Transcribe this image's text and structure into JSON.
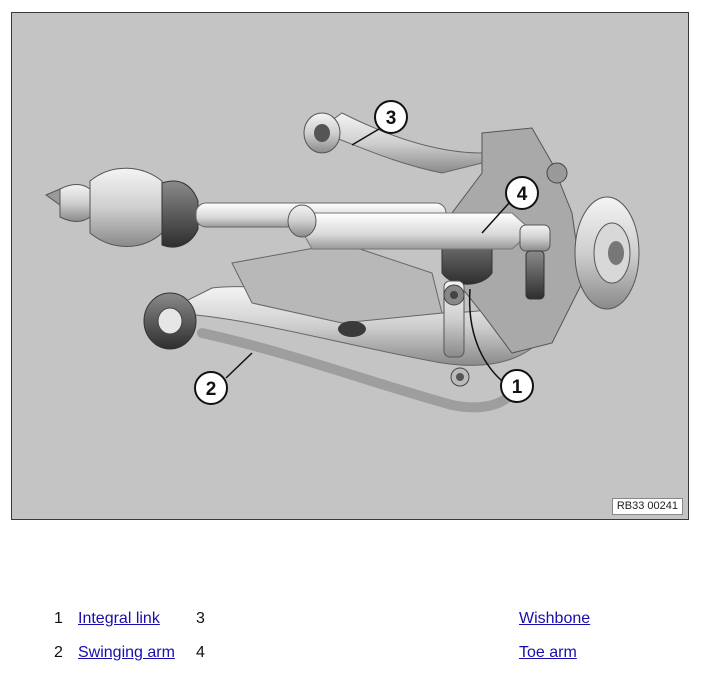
{
  "figure": {
    "ref_code": "RB33 00241",
    "callouts": [
      "1",
      "2",
      "3",
      "4"
    ]
  },
  "legend": {
    "rows": [
      {
        "num": "1",
        "label": "Integral link",
        "num2": "3",
        "label2": "Wishbone"
      },
      {
        "num": "2",
        "label": "Swinging arm",
        "num2": "4",
        "label2": "Toe arm"
      }
    ]
  }
}
